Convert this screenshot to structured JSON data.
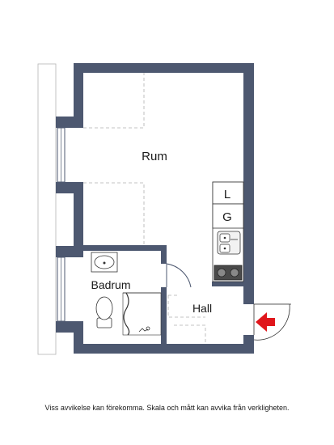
{
  "rooms": {
    "living": "Rum",
    "bathroom": "Badrum",
    "hall": "Hall"
  },
  "appliances": {
    "fridge": "L",
    "freezer": "G"
  },
  "disclaimer": "Viss avvikelse kan förekomma. Skala och mått kan avvika från verkligheten.",
  "colors": {
    "wall": "#4d5870",
    "background": "#ffffff",
    "entrance_arrow": "#e0161b",
    "dashed_line": "#b0b0b0"
  },
  "icons": {
    "entrance": "entrance-arrow-icon"
  }
}
